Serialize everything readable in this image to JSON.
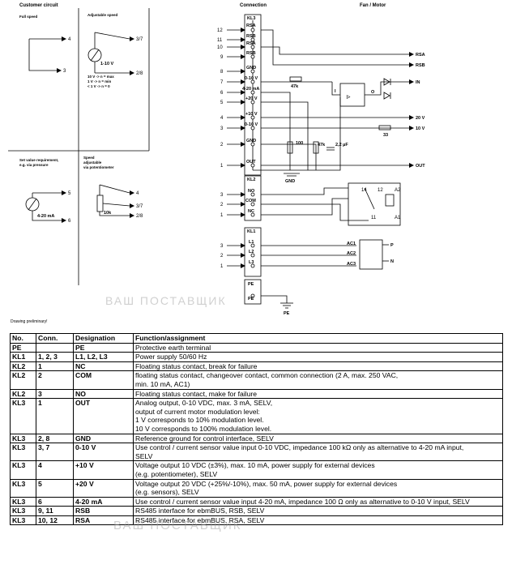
{
  "diagram": {
    "headers": {
      "customer_circuit": "Customer circuit",
      "connection": "Connection",
      "fan_motor": "Fan / Motor"
    },
    "panels": {
      "full_speed": "Full speed",
      "adjustable_speed": "Adjustable speed",
      "set_value_line1": "Set value requirement,",
      "set_value_line2": "e.g. via pressure",
      "speed_pot_line1": "Speed",
      "speed_pot_line2": "adjustable",
      "speed_pot_line3": "via potentiometer",
      "range_1_10v": "1-10 V",
      "range_4_20ma": "4-20 mA",
      "pot_10k": "10k",
      "note_1": "10 V -> n = max",
      "note_2": "1 V -> n = min",
      "note_3": "< 1 V -> n = 0",
      "pin_4": "4",
      "pin_3": "3",
      "pin_37": "3/7",
      "pin_28": "2/8",
      "pin_5": "5",
      "pin_6": "6"
    },
    "kl3": {
      "title": "KL3",
      "labels": [
        "RSA",
        "RSB",
        "RSA",
        "RSB",
        "GND",
        "0-10 V",
        "4-20 mA",
        "+20 V",
        "+10 V",
        "0-10 V",
        "GND",
        "OUT"
      ],
      "numbers": [
        "12",
        "11",
        "10",
        "9",
        "8",
        "7",
        "6",
        "5",
        "4",
        "3",
        "2",
        "1"
      ]
    },
    "kl2": {
      "title": "KL2",
      "labels": [
        "NO",
        "COM",
        "NC"
      ],
      "numbers": [
        "3",
        "2",
        "1"
      ]
    },
    "kl1": {
      "title": "KL1",
      "labels": [
        "L1",
        "L2",
        "L3"
      ],
      "numbers": [
        "3",
        "2",
        "1"
      ]
    },
    "pe_block": {
      "title": "PE",
      "label": "PE",
      "ground": "PE"
    },
    "components": {
      "r47k_a": "47k",
      "r100": "100",
      "r47k_b": "47k",
      "c22": "2,2 µF",
      "r33": "33",
      "gnd": "GND",
      "out_o": "O",
      "in_i": "I"
    },
    "outputs": {
      "rsa": "RSA",
      "rsb": "RSB",
      "in": "IN",
      "v20": "20 V",
      "v10": "10 V",
      "out": "OUT"
    },
    "relay": {
      "p14": "14",
      "p12": "12",
      "p11": "11",
      "a1": "A1",
      "a2": "A2"
    },
    "mains": {
      "ac1": "AC1",
      "ac2": "AC2",
      "ac3": "AC3",
      "p": "P",
      "n": "N"
    }
  },
  "preliminary": "Drawing preliminary!",
  "watermark": "ВАШ ПОСТАВЩИК",
  "table": {
    "headers": [
      "No.",
      "Conn.",
      "Designation",
      "Function/assignment"
    ],
    "rows": [
      {
        "no": "PE",
        "conn": "",
        "des": "PE",
        "func": [
          "Protective earth terminal"
        ]
      },
      {
        "no": "KL1",
        "conn": "1, 2, 3",
        "des": "L1, L2, L3",
        "func": [
          "Power supply 50/60 Hz"
        ]
      },
      {
        "no": "KL2",
        "conn": "1",
        "des": "NC",
        "func": [
          "Floating status contact, break for failure"
        ]
      },
      {
        "no": "KL2",
        "conn": "2",
        "des": "COM",
        "func": [
          "floating status contact, changeover contact, common connection (2 A, max. 250 VAC,",
          "min. 10 mA, AC1)"
        ]
      },
      {
        "no": "KL2",
        "conn": "3",
        "des": "NO",
        "func": [
          "Floating status contact, make for failure"
        ]
      },
      {
        "no": "KL3",
        "conn": "1",
        "des": "OUT",
        "func": [
          "Analog output, 0-10 VDC, max. 3 mA, SELV,",
          "output of current motor modulation level:",
          "1 V corresponds to 10% modulation level.",
          "10 V corresponds to 100% modulation level."
        ]
      },
      {
        "no": "KL3",
        "conn": "2, 8",
        "des": "GND",
        "func": [
          "Reference ground for control interface, SELV"
        ]
      },
      {
        "no": "KL3",
        "conn": "3, 7",
        "des": "0-10 V",
        "func": [
          "Use control / current sensor value input 0-10 VDC, impedance 100 kΩ only as alternative to 4-20 mA input,",
          "SELV"
        ]
      },
      {
        "no": "KL3",
        "conn": "4",
        "des": "+10 V",
        "func": [
          "Voltage output 10 VDC (±3%), max. 10 mA, power supply for external devices",
          "(e.g. potentiometer), SELV"
        ]
      },
      {
        "no": "KL3",
        "conn": "5",
        "des": "+20 V",
        "func": [
          "Voltage output 20 VDC (+25%/-10%), max. 50 mA, power supply for external devices",
          "(e.g. sensors), SELV"
        ]
      },
      {
        "no": "KL3",
        "conn": "6",
        "des": "4-20 mA",
        "func": [
          "Use control / current sensor value input 4-20 mA, impedance 100 Ω only as alternative to 0-10 V input, SELV"
        ]
      },
      {
        "no": "KL3",
        "conn": "9, 11",
        "des": "RSB",
        "func": [
          "RS485 interface for ebmBUS, RSB, SELV"
        ]
      },
      {
        "no": "KL3",
        "conn": "10, 12",
        "des": "RSA",
        "func": [
          "RS485 interface for ebmBUS, RSA, SELV"
        ]
      }
    ]
  }
}
